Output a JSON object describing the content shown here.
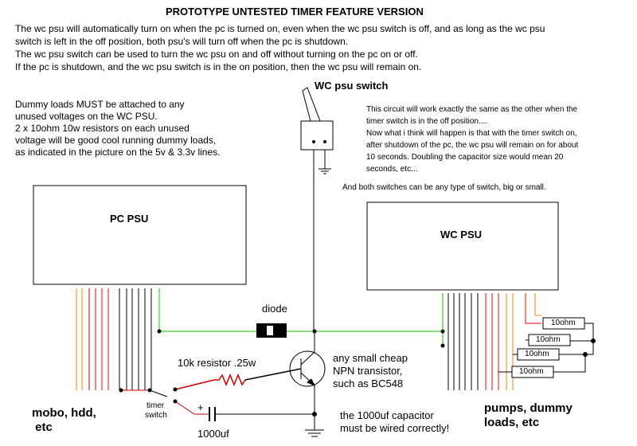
{
  "title": "PROTOTYPE UNTESTED TIMER FEATURE VERSION",
  "intro": [
    "The wc psu will automatically turn on when the pc is turned on, even when the wc psu switch is off, and as long as the wc psu",
    "switch is left in the off position, both psu's will turn off when the pc is shutdown.",
    "The wc psu switch can be used to turn the wc psu on and off without turning on the pc on or off.",
    "If the pc is shutdown, and the wc psu switch is in the on position, then the wc psu will remain on."
  ],
  "dummy_note": [
    "Dummy loads MUST be attached to any",
    "unused voltages on the WC PSU.",
    "2 x 10ohm 10w resistors on each unused",
    "voltage will be good cool running dummy loads,",
    "as indicated in the picture on the 5v & 3.3v lines."
  ],
  "timer_note": [
    "This circuit will work exactly the same as the other when the",
    "timer switch is in the off position....",
    "Now what i think will happen is that with the timer switch on,",
    "after shutdown of the pc, the wc psu will remain on for about",
    "10 seconds. Doubling the capacitor size would mean 20",
    "seconds, etc..."
  ],
  "switch_note": "And both switches can be any type of switch, big or small.",
  "labels": {
    "wc_switch": "WC psu switch",
    "pc_psu": "PC PSU",
    "wc_psu": "WC PSU",
    "diode": "diode",
    "resistor": "10k resistor .25w",
    "transistor": [
      "any small cheap",
      "NPN transistor,",
      "such as BC548"
    ],
    "timer_switch": [
      "timer",
      "switch"
    ],
    "capacitor": "1000uf",
    "cap_plus": "+",
    "cap_note": [
      "the 1000uf capacitor",
      "must be wired correctly!"
    ],
    "mobo": [
      "mobo, hdd,",
      " etc"
    ],
    "pumps": [
      "pumps, dummy",
      "loads, etc"
    ],
    "load_resistor": "10ohm"
  },
  "colors": {
    "green": "#00cc00",
    "red": "#ff0000",
    "orange": "#ff8000",
    "black": "#000000",
    "dark_red": "#cc0000"
  }
}
